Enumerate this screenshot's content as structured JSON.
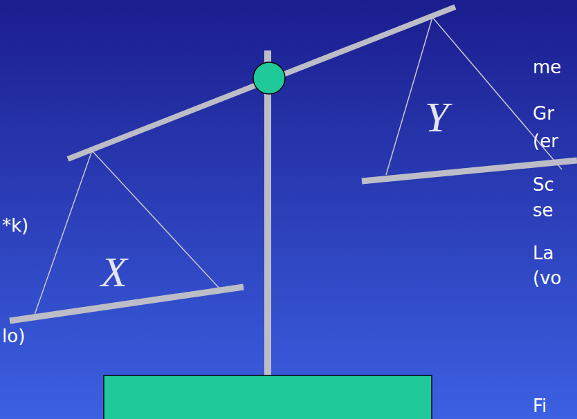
{
  "diagram": {
    "labels": [
      "X",
      "Y",
      "*k)",
      "lo)",
      "me",
      "Gr",
      "(er",
      "Sc",
      "se",
      "La",
      "(vo",
      "Fi"
    ]
  }
}
